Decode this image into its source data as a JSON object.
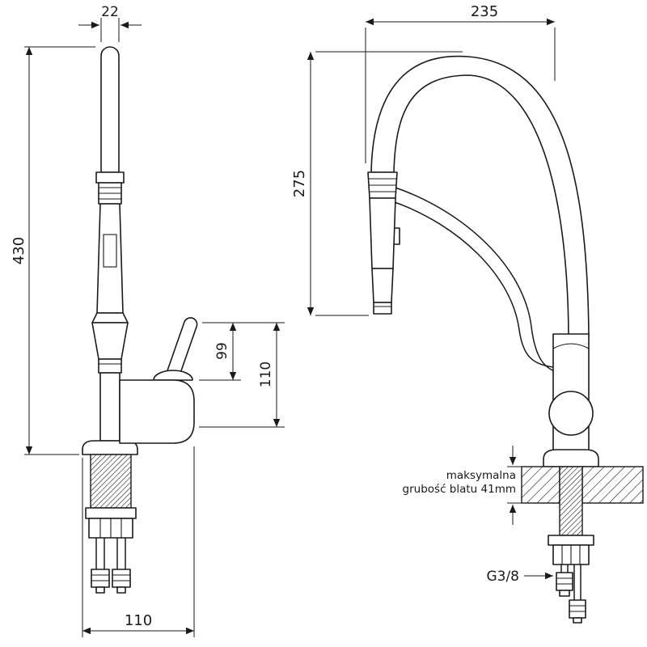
{
  "style": {
    "line_color": "#1a1a1a",
    "background": "#ffffff"
  },
  "left_view": {
    "name": "front view with mounting hardware",
    "dims": {
      "spout_pipe_width": "22",
      "total_height": "430",
      "handle_height": "99",
      "outlet_height": "110",
      "base_width": "110"
    }
  },
  "right_view": {
    "name": "side view with countertop cross-section",
    "dims": {
      "spout_reach": "235",
      "spout_height": "275"
    },
    "labels": {
      "countertop_note_line1": "maksymalna",
      "countertop_note_line2": "grubość blatu 41mm",
      "thread_size": "G3/8"
    }
  }
}
